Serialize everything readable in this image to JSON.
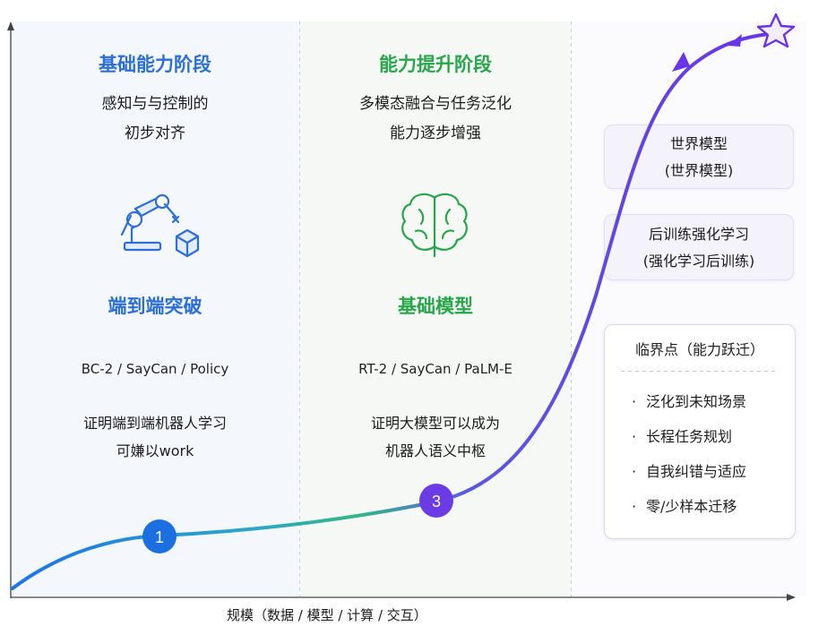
{
  "phase1": {
    "title": "基础能力阶段",
    "desc_line1": "感知与与控制的",
    "desc_line2": "初步对齐",
    "icon": "robot-arm-icon",
    "subtitle": "端到端突破",
    "examples": "BC-2 / SayCan / Policy",
    "note_line1": "证明端到端机器人学习",
    "note_line2": "可嫌以work"
  },
  "phase2": {
    "title": "能力提升阶段",
    "desc_line1": "多模态融合与任务泛化",
    "desc_line2": "能力逐步增强",
    "icon": "brain-icon",
    "subtitle": "基础模型",
    "examples": "RT-2 / SayCan / PaLM-E",
    "note_line1": "证明大模型可以成为",
    "note_line2": "机器人语义中枢"
  },
  "phase3": {
    "world_model_line1": "世界模型",
    "world_model_line2": "(世界模型)",
    "rl_line1": "后训练强化学习",
    "rl_line2": "(强化学习后训练)",
    "critical_title": "临界点（能力跃迁）",
    "critical_items": [
      "泛化到未知场景",
      "长程任务规划",
      "自我纠错与适应",
      "零/少样本迁移"
    ],
    "bullet": "·",
    "goal_icon": "star-icon"
  },
  "markers": [
    "1",
    "3"
  ],
  "x_axis_label": "规模（数据 / 模型 / 计算 / 交互）",
  "colors": {
    "blue_title": "#2d6fd8",
    "green_title": "#27a64a",
    "curve_start": "#1e73e8",
    "curve_mid": "#2bb89a",
    "curve_end": "#6a33e8",
    "marker1": "#1b6fe0",
    "marker3": "#6b3be6"
  }
}
